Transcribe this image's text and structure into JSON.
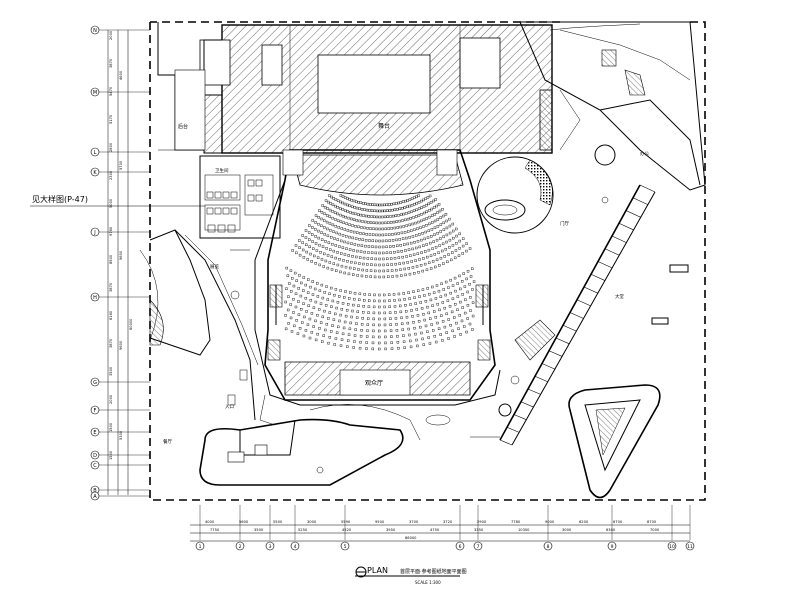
{
  "callout": {
    "text": "见大样图(P-47)"
  },
  "title": {
    "plan": "PLAN",
    "subtitle": "首层平面·参考图纸地面平面图",
    "scale": "SCALE 1:300"
  },
  "labels": {
    "stage": "舞台",
    "back_stage": "后台",
    "audience_hall": "观众厅",
    "foyer": "门厅",
    "lobby": "大堂",
    "exhibition": "展览",
    "restaurant": "餐厅",
    "toilet": "卫生间",
    "office": "办公",
    "entrance": "入口"
  },
  "dimensions": {
    "bottom_outer": [
      "4000",
      "5600",
      "5500",
      "3000",
      "5590",
      "9500",
      "3700",
      "3720",
      "2900",
      "7780",
      "9000",
      "6200",
      "6700",
      "8700"
    ],
    "bottom_inner": [
      "7750",
      "3500",
      "5250",
      "4520",
      "3950",
      "4750",
      "3350",
      "10300",
      "3000",
      "6300",
      "7000"
    ],
    "bottom_total": "86000",
    "left_outer": [
      "2000",
      "3870",
      "5470",
      "5170",
      "2800",
      "2300",
      "5000",
      "9760",
      "8500",
      "3870",
      "8160",
      "3870",
      "3500",
      "2000",
      "1500",
      "1500"
    ],
    "left_inner": [
      "4600",
      "5700",
      "9600",
      "9600",
      "5300"
    ],
    "left_total": "60000"
  },
  "grid": {
    "left_ids": [
      "N",
      "M",
      "L",
      "K",
      "J",
      "H",
      "G",
      "F",
      "E",
      "D",
      "C",
      "B",
      "A"
    ],
    "bottom_ids": [
      "1",
      "2",
      "3",
      "4",
      "5",
      "6",
      "7",
      "8",
      "9",
      "10",
      "11"
    ]
  }
}
